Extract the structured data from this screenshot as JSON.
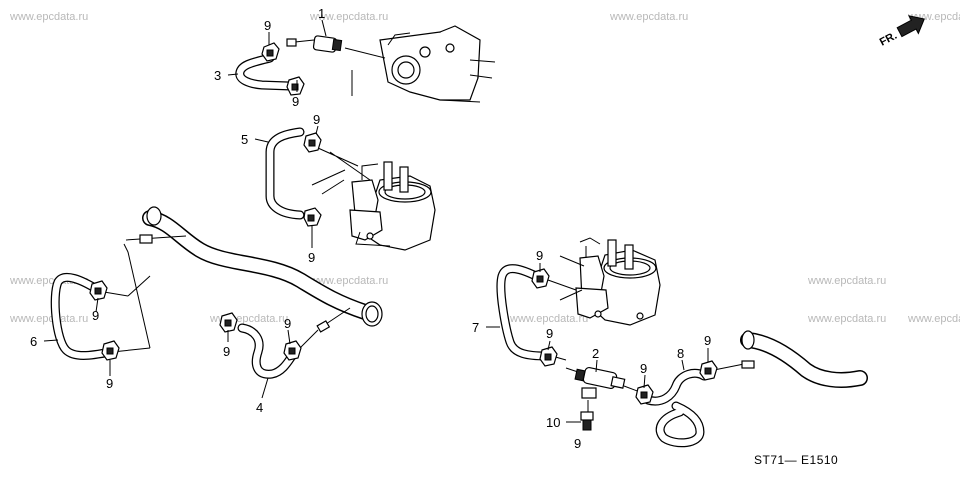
{
  "watermark": "www.epcdata.ru",
  "diagram_code": "ST71— E1510",
  "fr_label": "FR.",
  "callouts": {
    "c1": "1",
    "c2": "2",
    "c3": "3",
    "c4": "4",
    "c5": "5",
    "c6": "6",
    "c7": "7",
    "c8": "8",
    "c10": "10",
    "clip_a": "9",
    "clip_b": "9",
    "clip_c": "9",
    "clip_d": "9",
    "clip_e": "9",
    "clip_f": "9",
    "clip_g": "9",
    "clip_h": "9",
    "clip_i": "9",
    "clip_j": "9",
    "clip_k": "9",
    "clip_l": "9",
    "clip_m": "9"
  }
}
